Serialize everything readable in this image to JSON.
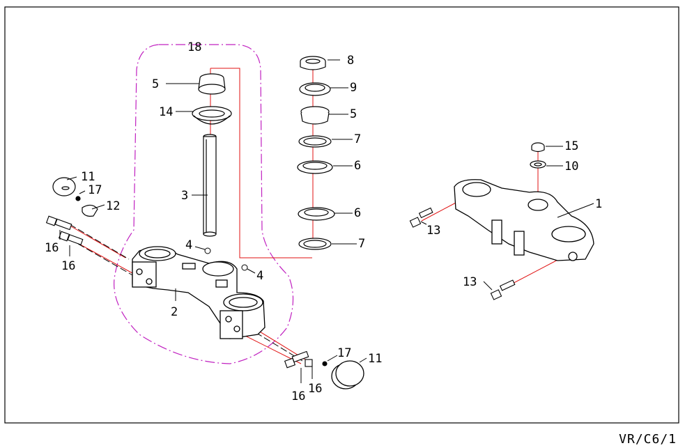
{
  "diagram": {
    "page_code": "VR/C6/1",
    "group_number": "18",
    "part_labels": {
      "p8": "8",
      "p9": "9",
      "p5_right": "5",
      "p7_top": "7",
      "p6_top": "6",
      "p6_bottom": "6",
      "p7_bottom": "7",
      "p5_left": "5",
      "p14": "14",
      "p3": "3",
      "p4_left": "4",
      "p4_right": "4",
      "p2": "2",
      "p11_left": "11",
      "p17_left": "17",
      "p12": "12",
      "p16_a": "16",
      "p16_b": "16",
      "p16_c": "16",
      "p16_d": "16",
      "p17_bottom": "17",
      "p11_bottom": "11",
      "p15": "15",
      "p10": "10",
      "p1": "1",
      "p13_top": "13",
      "p13_bottom": "13"
    }
  }
}
